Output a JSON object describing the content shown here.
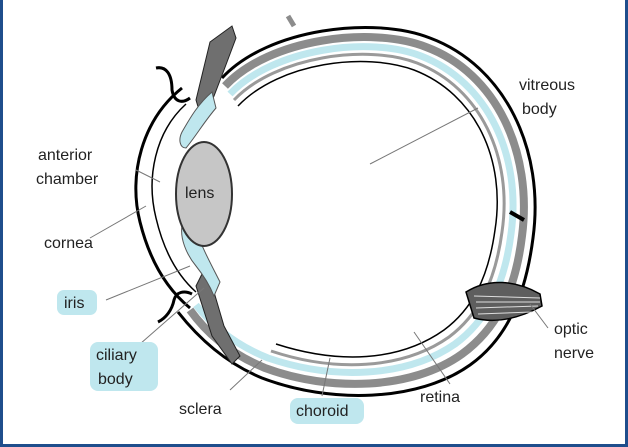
{
  "diagram": {
    "labels": {
      "vitreous_line1": "vitreous",
      "vitreous_line2": "body",
      "anterior_line1": "anterior",
      "anterior_line2": "chamber",
      "lens": "lens",
      "cornea": "cornea",
      "iris": "iris",
      "ciliary_line1": "ciliary",
      "ciliary_line2": "body",
      "sclera": "sclera",
      "choroid": "choroid",
      "retina": "retina",
      "optic_line1": "optic",
      "optic_line2": "nerve"
    },
    "highlighted": [
      "iris",
      "ciliary body",
      "choroid"
    ],
    "colors": {
      "frame": "#1f4e8c",
      "outline": "#000000",
      "sclera_gray": "#8c8c8c",
      "choroid_blue": "#bfe7ee",
      "lens_gray": "#c6c6c6",
      "highlight": "#bfe7ee"
    }
  }
}
